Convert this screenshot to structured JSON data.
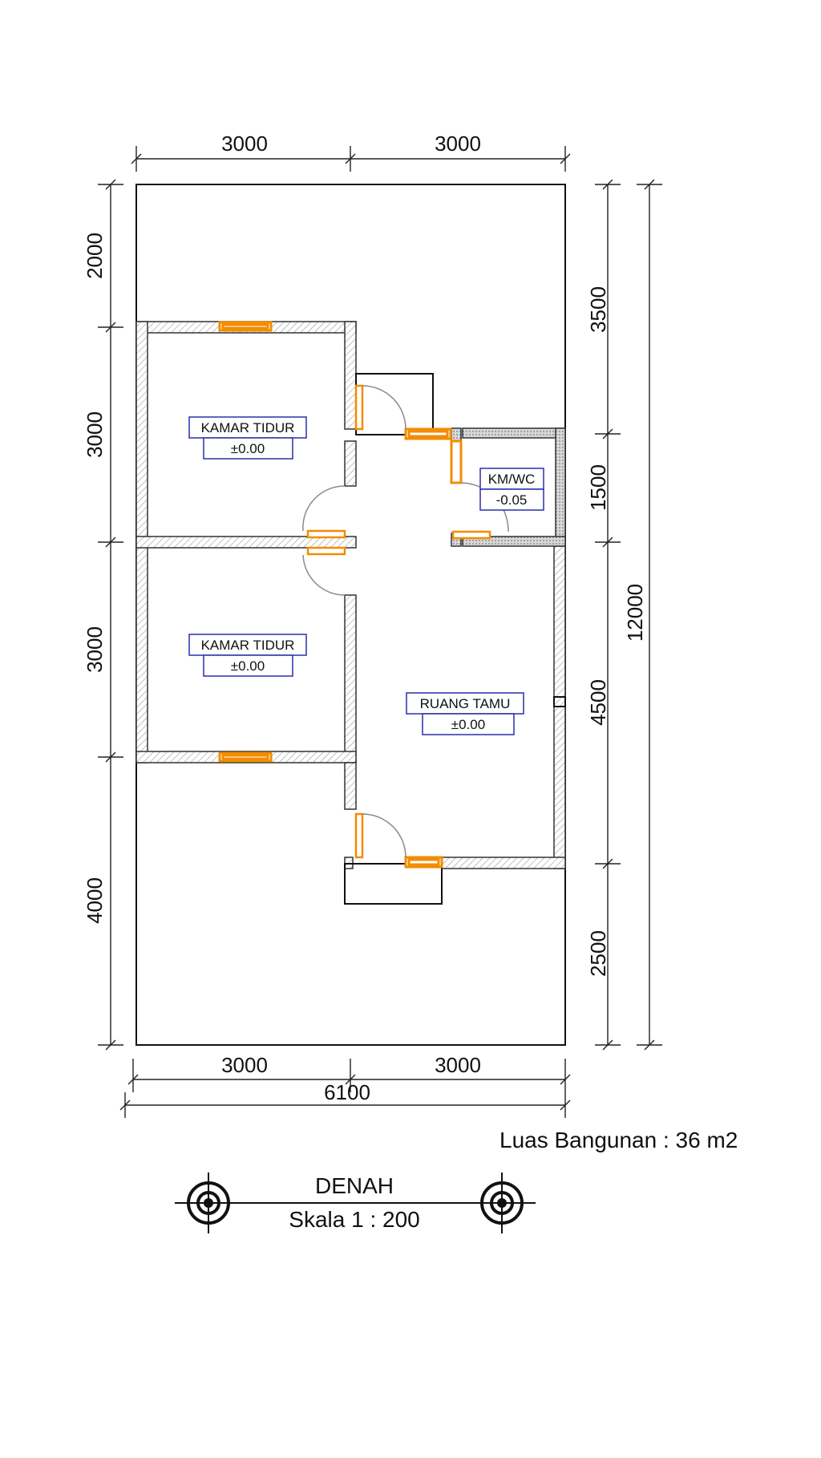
{
  "dimensions": {
    "top_left": "3000",
    "top_right": "3000",
    "bottom_left": "3000",
    "bottom_right": "3000",
    "bottom_total": "6100",
    "left_1": "2000",
    "left_2": "3000",
    "left_3": "3000",
    "left_4": "4000",
    "right_1": "3500",
    "right_2": "1500",
    "right_3": "4500",
    "right_4": "2500",
    "right_total": "12000"
  },
  "rooms": {
    "kamar_tidur_1": {
      "name": "KAMAR TIDUR",
      "level": "±0.00"
    },
    "kamar_tidur_2": {
      "name": "KAMAR TIDUR",
      "level": "±0.00"
    },
    "km_wc": {
      "name": "KM/WC",
      "level": "-0.05"
    },
    "ruang_tamu": {
      "name": "RUANG TAMU",
      "level": "±0.00"
    }
  },
  "area_note": "Luas Bangunan : 36 m2",
  "title_block": {
    "title": "DENAH",
    "scale": "Skala 1 : 200"
  },
  "colors": {
    "opening": "#f28c00",
    "room_tag": "#2b2fa8",
    "line": "#111111"
  }
}
